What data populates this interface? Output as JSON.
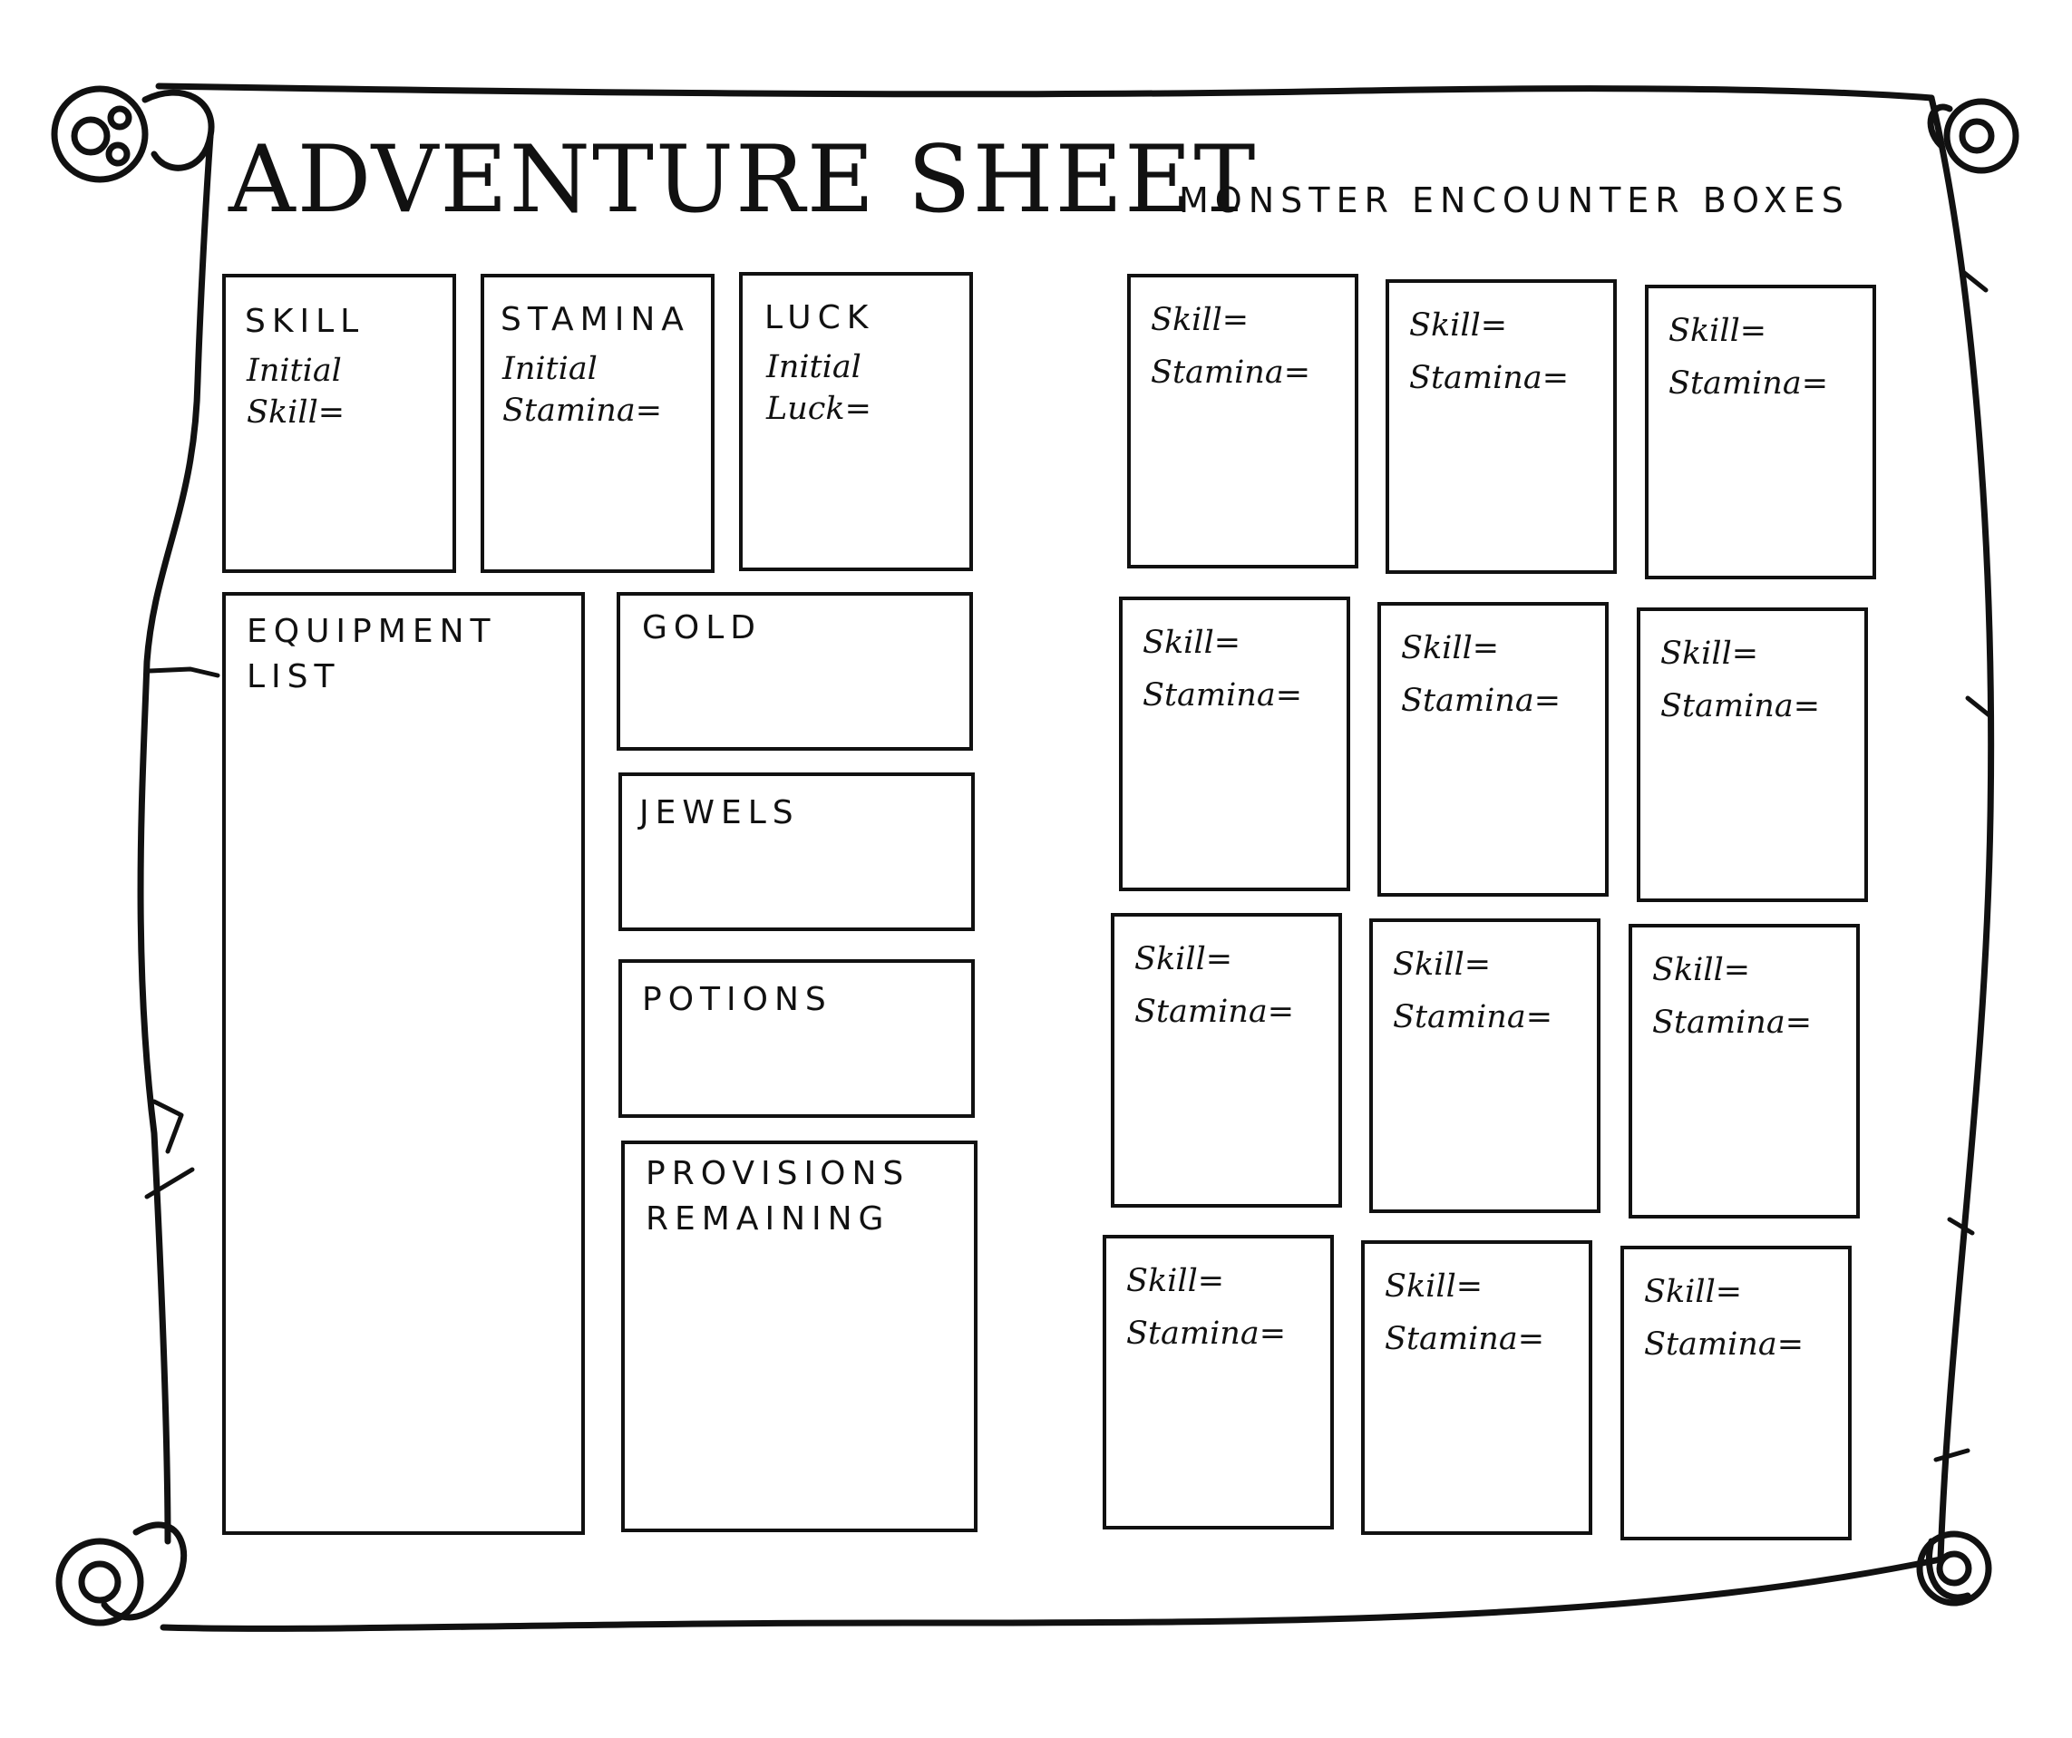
{
  "title": "ADVENTURE SHEET",
  "monster_heading": "MONSTER ENCOUNTER BOXES",
  "attributes": [
    {
      "heading": "SKILL",
      "line1": "Initial",
      "line2": "Skill="
    },
    {
      "heading": "STAMINA",
      "line1": "Initial",
      "line2": "Stamina="
    },
    {
      "heading": "LUCK",
      "line1": "Initial",
      "line2": "Luck="
    }
  ],
  "equipment": {
    "heading": "EQUIPMENT\nLIST"
  },
  "gold": {
    "heading": "GOLD"
  },
  "jewels": {
    "heading": "JEWELS"
  },
  "potions": {
    "heading": "POTIONS"
  },
  "provisions": {
    "heading": "PROVISIONS\nREMAINING"
  },
  "monster_labels": {
    "skill": "Skill=",
    "stamina": "Stamina="
  },
  "monster_boxes": [
    {
      "skill": "Skill=",
      "stamina": "Stamina="
    },
    {
      "skill": "Skill=",
      "stamina": "Stamina="
    },
    {
      "skill": "Skill=",
      "stamina": "Stamina="
    },
    {
      "skill": "Skill=",
      "stamina": "Stamina="
    },
    {
      "skill": "Skill=",
      "stamina": "Stamina="
    },
    {
      "skill": "Skill=",
      "stamina": "Stamina="
    },
    {
      "skill": "Skill=",
      "stamina": "Stamina="
    },
    {
      "skill": "Skill=",
      "stamina": "Stamina="
    },
    {
      "skill": "Skill=",
      "stamina": "Stamina="
    },
    {
      "skill": "Skill=",
      "stamina": "Stamina="
    },
    {
      "skill": "Skill=",
      "stamina": "Stamina="
    },
    {
      "skill": "Skill=",
      "stamina": "Stamina="
    }
  ],
  "colors": {
    "ink": "#111111",
    "paper": "#ffffff"
  }
}
